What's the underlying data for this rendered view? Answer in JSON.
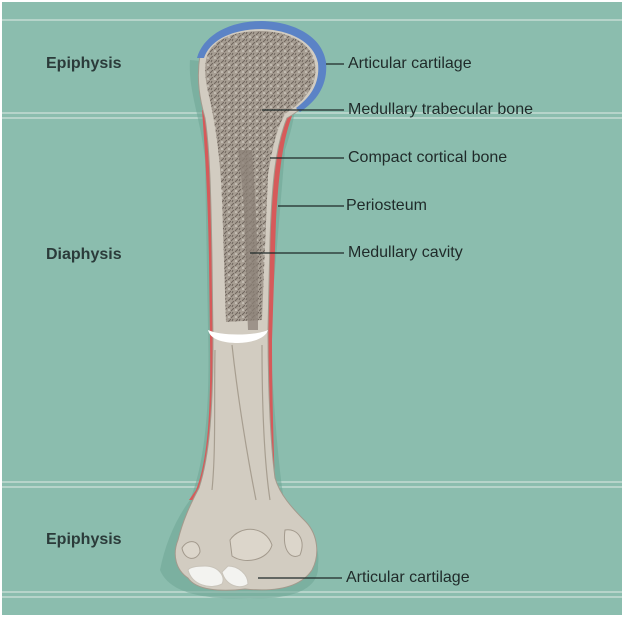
{
  "region_labels": {
    "epiphysis_top": "Epiphysis",
    "diaphysis": "Diaphysis",
    "epiphysis_bottom": "Epiphysis"
  },
  "part_labels": {
    "articular_cartilage_top": "Articular cartilage",
    "medullary_trabecular_bone": "Medullary trabecular bone",
    "compact_cortical_bone": "Compact cortical bone",
    "periosteum": "Periosteum",
    "medullary_cavity": "Medullary cavity",
    "articular_cartilage_bottom": "Articular cartilage"
  },
  "colors": {
    "background": "#8bbdae",
    "band_line": "#cfe3dc",
    "bone": "#d2ccc1",
    "bone_shadow": "#b3ab9e",
    "marrow": "#8b8077",
    "periosteum": "#d65a5a",
    "cartilage_top": "#5b83c6",
    "cartilage_bottom": "#f3f3f0",
    "leader": "#1f2a29"
  }
}
